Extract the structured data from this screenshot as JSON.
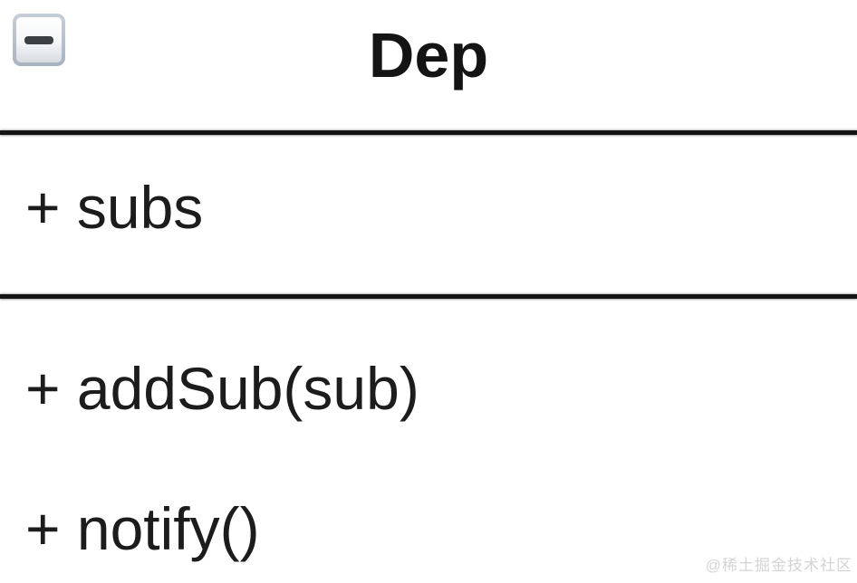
{
  "uml_class": {
    "name": "Dep",
    "attributes": [
      "+ subs"
    ],
    "methods": [
      "+ addSub(sub)",
      "+ notify()"
    ],
    "collapse_button": {
      "state": "expanded",
      "icon": "minus-icon"
    }
  },
  "watermark": {
    "text": "@稀土掘金技术社区"
  },
  "colors": {
    "background": "#ffffff",
    "text": "#1c1c1c",
    "divider": "#141414",
    "button_ring": "#a9b3c0",
    "button_face_top": "#ffffff",
    "button_face_bottom": "#d8dce1",
    "minus_bar": "#3d4043",
    "watermark": "#d4d4d4"
  }
}
